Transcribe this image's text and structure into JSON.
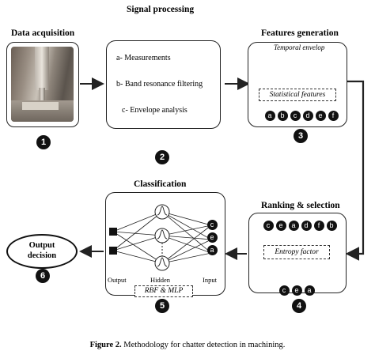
{
  "signal_processing": {
    "title": "Signal processing",
    "items": [
      "a- Measurements",
      "b- Band resonance filtering",
      "c- Envelope analysis"
    ],
    "step": "2"
  },
  "data_acquisition": {
    "title": "Data acquisition",
    "step": "1"
  },
  "features": {
    "title": "Features generation",
    "envelope_label": "Temporal envelop",
    "stat_label": "Statistical features",
    "letters": [
      "a",
      "b",
      "c",
      "d",
      "e",
      "f"
    ],
    "step": "3"
  },
  "ranking": {
    "title": "Ranking & selection",
    "letters": [
      "c",
      "e",
      "a",
      "d",
      "f",
      "b"
    ],
    "entropy_label": "Entropy factor",
    "selected": [
      "c",
      "e",
      "a"
    ],
    "step": "4"
  },
  "classification": {
    "title": "Classification",
    "inputs": [
      "c",
      "e",
      "a"
    ],
    "output_label": "Output",
    "hidden_label": "Hidden",
    "input_label": "Input",
    "method_label": "RBF & MLP",
    "step": "5"
  },
  "output_decision": {
    "line1": "Output",
    "line2": "decision",
    "step": "6"
  },
  "caption": {
    "bold": "Figure 2.",
    "text": " Methodology for chatter detection in machining."
  }
}
